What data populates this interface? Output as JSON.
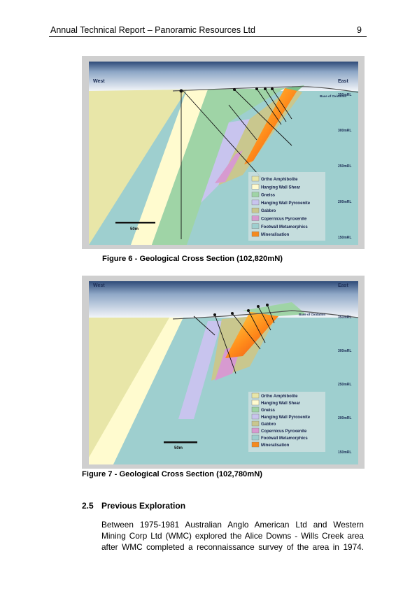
{
  "header": {
    "title": "Annual Technical Report – Panoramic Resources Ltd",
    "page_number": "9"
  },
  "figures": [
    {
      "caption": "Figure 6 -  Geological Cross Section (102,820mN)",
      "west": "West",
      "east": "East",
      "base_label": "Base of Oxidation",
      "rl_labels": [
        "350mRL",
        "300mRL",
        "250mRL",
        "200mRL",
        "150mRL"
      ],
      "scale_label": "50m",
      "legend": [
        {
          "label": "Ortho Amphibolite",
          "color": "#e8e6a8"
        },
        {
          "label": "Hanging Wall Shear",
          "color": "#fffbcf"
        },
        {
          "label": "Gneiss",
          "color": "#9fd4a6"
        },
        {
          "label": "Hanging Wall Pyroxenite",
          "color": "#c8c4ee"
        },
        {
          "label": "Gabbro",
          "color": "#c9c78e"
        },
        {
          "label": "Copernicus Pyroxenite",
          "color": "#d79ad0"
        },
        {
          "label": "Footwall Metamorphics",
          "color": "#9ecfcf"
        },
        {
          "label": "Mineralisation",
          "color": "#f58a1f"
        }
      ]
    },
    {
      "caption": "Figure 7 -  Geological Cross Section (102,780mN)",
      "west": "West",
      "east": "East",
      "base_label": "Base of Oxidation",
      "rl_labels": [
        "350mRL",
        "300mRL",
        "250mRL",
        "200mRL",
        "150mRL"
      ],
      "scale_label": "50m",
      "legend": [
        {
          "label": "Ortho Amphibolite",
          "color": "#e8e6a8"
        },
        {
          "label": "Hanging Wall Shear",
          "color": "#fffbcf"
        },
        {
          "label": "Gneiss",
          "color": "#9fd4a6"
        },
        {
          "label": "Hanging Wall Pyroxenite",
          "color": "#c8c4ee"
        },
        {
          "label": "Gabbro",
          "color": "#c9c78e"
        },
        {
          "label": "Copernicus Pyroxenite",
          "color": "#d79ad0"
        },
        {
          "label": "Footwall Metamorphics",
          "color": "#9ecfcf"
        },
        {
          "label": "Mineralisation",
          "color": "#f58a1f"
        }
      ]
    }
  ],
  "section": {
    "number": "2.5",
    "title": "Previous Exploration",
    "lines": [
      "Between 1975-1981 Australian Anglo American Ltd and Western",
      "Mining Corp Ltd (WMC) explored the Alice Downs - Wills Creek area",
      "after WMC completed a reconnaissance survey of the area in 1974."
    ]
  }
}
